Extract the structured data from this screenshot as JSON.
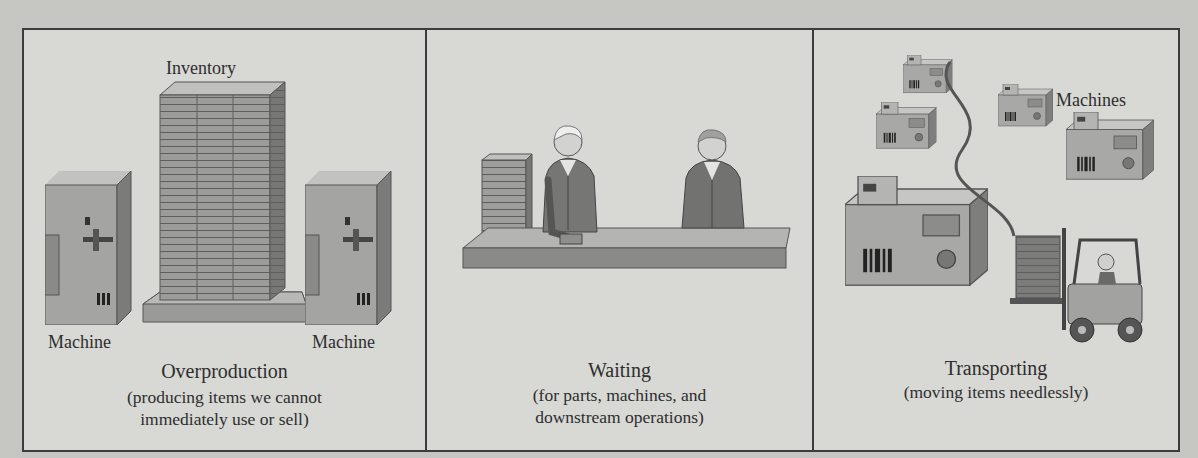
{
  "diagram": {
    "nodes": [
      {
        "text": [
          "Overproduction",
          "(producing items we cannot immediately use or sell)"
        ]
      },
      {
        "text": [
          "Waiting",
          "(for parts, machines, and downstream operations)"
        ]
      },
      {
        "text": [
          "Transporting",
          "(moving items needlessly)"
        ]
      }
    ],
    "labels": [
      "Inventory",
      "Machine",
      "Machine",
      "Machines"
    ]
  }
}
